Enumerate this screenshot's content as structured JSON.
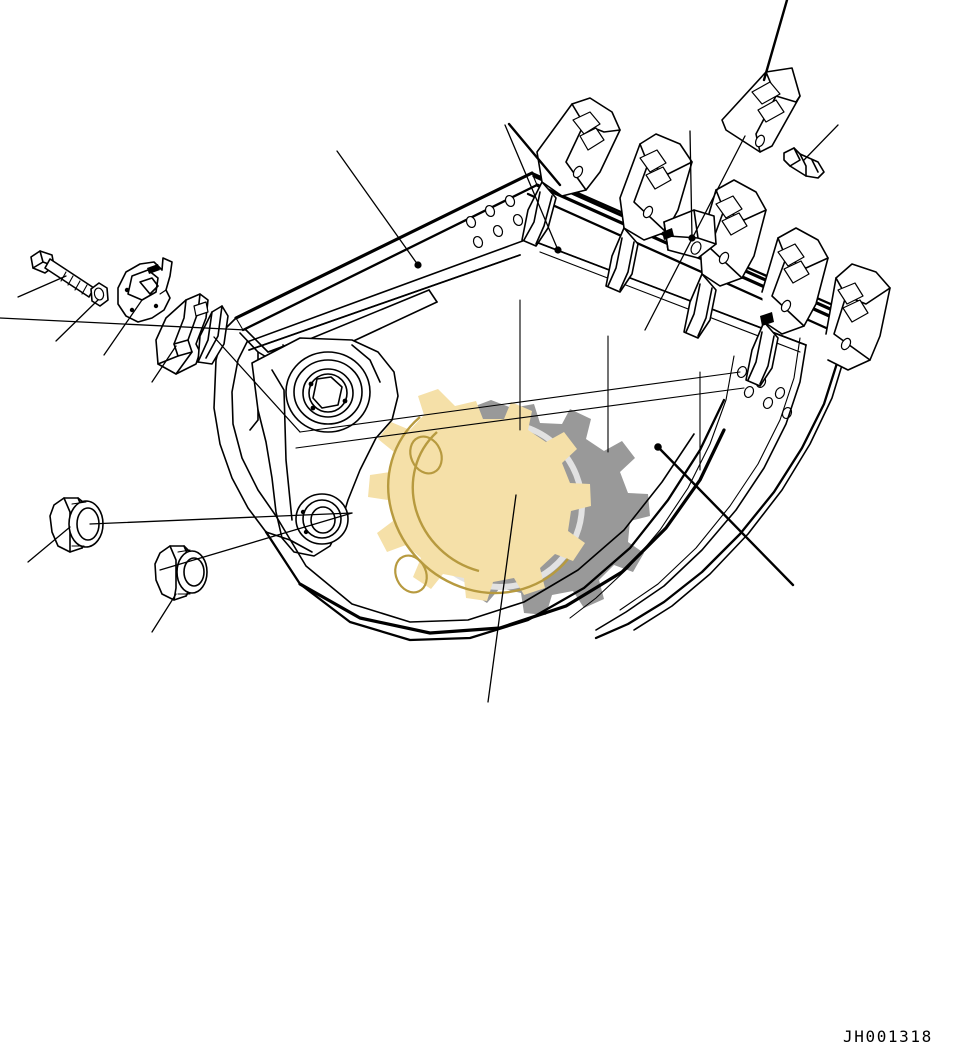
{
  "document": {
    "drawing_number": "JH001318",
    "kind": "exploded-parts-diagram",
    "subject": "excavator bucket assembly",
    "background_color": "#ffffff",
    "line_color": "#000000"
  },
  "watermark": {
    "visible": true,
    "description": "two overlapping gear silhouettes behind the bucket body",
    "gear_yellow_color": "#f5e0a8",
    "gear_yellow_outline_color": "#b79a3f",
    "gear_gray_color": "#999999",
    "ring_color": "#e2e2e2",
    "gear_yellow_teeth": 12,
    "gear_gray_teeth": 12
  },
  "parts": [
    {
      "id": "bolt",
      "name": "mounting-bolt",
      "label": "",
      "position": "upper-left",
      "has_leader": true
    },
    {
      "id": "washer",
      "name": "washer",
      "label": "",
      "position": "upper-left",
      "has_leader": true
    },
    {
      "id": "side-cutter-bracket",
      "name": "side-cutter-bracket",
      "label": "",
      "position": "upper-left",
      "has_leader": true
    },
    {
      "id": "wear-plate",
      "name": "wear-plate",
      "label": "",
      "position": "upper-left",
      "has_leader": true
    },
    {
      "id": "bushing-large",
      "name": "bushing-large",
      "label": "",
      "position": "lower-left",
      "has_leader": true
    },
    {
      "id": "bushing-small",
      "name": "bushing-small",
      "label": "",
      "position": "lower-left",
      "has_leader": true
    },
    {
      "id": "bucket-body",
      "name": "bucket-body",
      "label": "",
      "position": "center",
      "has_leader": true
    },
    {
      "id": "bucket-tooth-1",
      "name": "bucket-tooth",
      "label": "",
      "position": "top-center",
      "has_leader": true
    },
    {
      "id": "bucket-tooth-2",
      "name": "bucket-tooth",
      "label": "",
      "position": "top-center",
      "has_leader": true
    },
    {
      "id": "bucket-tooth-3",
      "name": "bucket-tooth",
      "label": "",
      "position": "top-center",
      "has_leader": true
    },
    {
      "id": "bucket-tooth-4",
      "name": "bucket-tooth",
      "label": "",
      "position": "top-right",
      "has_leader": false
    },
    {
      "id": "bucket-tooth-5",
      "name": "bucket-tooth",
      "label": "",
      "position": "top-right",
      "has_leader": false
    },
    {
      "id": "tooth-adapter",
      "name": "tooth-adapter",
      "label": "",
      "position": "top-center",
      "has_leader": true
    },
    {
      "id": "side-cutter-plate",
      "name": "side-cutter-plate",
      "label": "",
      "position": "top-right",
      "has_leader": true
    },
    {
      "id": "retaining-pin",
      "name": "retaining-pin",
      "label": "",
      "position": "top-right",
      "has_leader": true
    },
    {
      "id": "bucket-side-wall",
      "name": "bucket-side-wall",
      "label": "",
      "position": "right",
      "has_leader": true
    },
    {
      "id": "bucket-bottom-edge",
      "name": "bucket-bottom-edge",
      "label": "",
      "position": "bottom-center",
      "has_leader": true
    }
  ]
}
